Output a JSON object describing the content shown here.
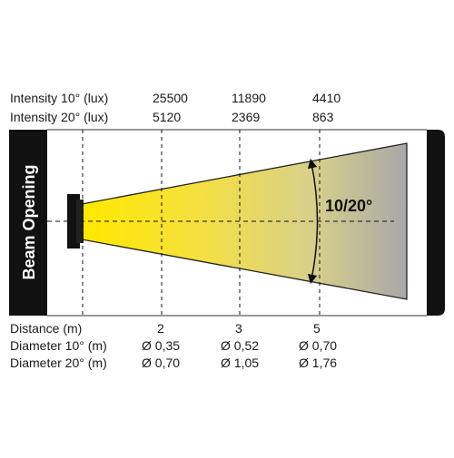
{
  "intensity_10": {
    "label": "Intensity 10° (lux)",
    "values": [
      "25500",
      "11890",
      "4410"
    ]
  },
  "intensity_20": {
    "label": "Intensity 20° (lux)",
    "values": [
      "5120",
      "2369",
      "863"
    ]
  },
  "distance": {
    "label": "Distance (m)",
    "values": [
      "2",
      "3",
      "5"
    ]
  },
  "diameter_10": {
    "label": "Diameter 10° (m)",
    "values": [
      "Ø 0,35",
      "Ø 0,52",
      "Ø 0,70"
    ]
  },
  "diameter_20": {
    "label": "Diameter 20° (m)",
    "values": [
      "Ø 0,70",
      "Ø 1,05",
      "Ø 1,76"
    ]
  },
  "side_label": "Beam Opening",
  "beam_angle_label": "10/20°",
  "colors": {
    "beam_start": "#ffe800",
    "beam_end": "#a8a8a8",
    "frame": "#111111"
  }
}
